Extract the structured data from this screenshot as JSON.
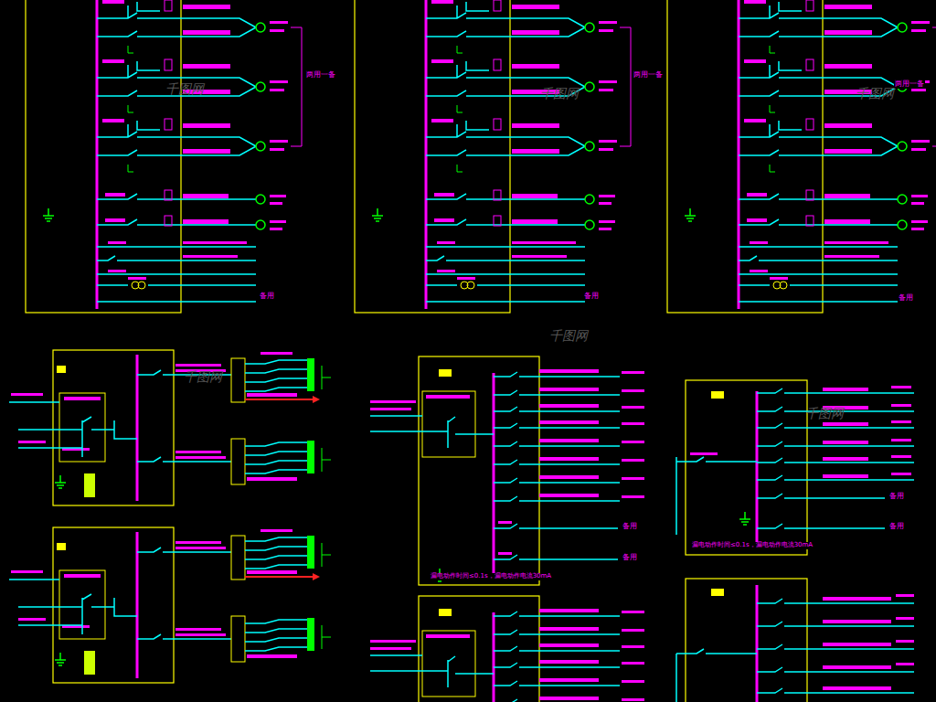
{
  "diagram": {
    "labels": [
      "两用一备",
      "两用一备",
      "两用一备",
      "备用",
      "备用",
      "备用",
      "备用",
      "备用",
      "备用",
      "备用",
      "漏电动作时间≤0.1s，漏电动作电流30mA",
      "漏电动作时间≤0.1s，漏电动作电流30mA",
      "千图网",
      "千图网",
      "千图网",
      "千图网",
      "千图网",
      "千图网"
    ]
  }
}
